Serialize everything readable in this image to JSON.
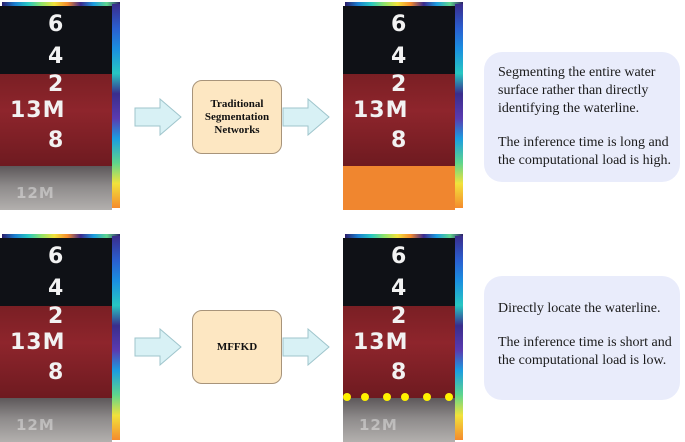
{
  "rows": [
    {
      "marks": [
        "6",
        "4",
        "2",
        "13M",
        "8"
      ],
      "reflection": "12M",
      "process_label_lines": [
        "Traditional",
        "Segmentation",
        "Networks"
      ],
      "notes": [
        "Segmenting the entire water surface rather than directly identifying the waterline.",
        "The inference time is long and the computational load is high."
      ]
    },
    {
      "marks": [
        "6",
        "4",
        "2",
        "13M",
        "8"
      ],
      "reflection": "12M",
      "process_label_lines": [
        "MFFKD"
      ],
      "notes": [
        "Directly locate the waterline.",
        "The inference time is short and the computational load is low."
      ]
    }
  ],
  "colors": {
    "segmentation_fill": "#f0862f",
    "waterline_points": "#fff200",
    "arrow_fill": "#d8f1f5",
    "box_fill": "#fde7c2",
    "note_fill": "#e9ecfb"
  },
  "icons": [
    "right-arrow-icon"
  ]
}
